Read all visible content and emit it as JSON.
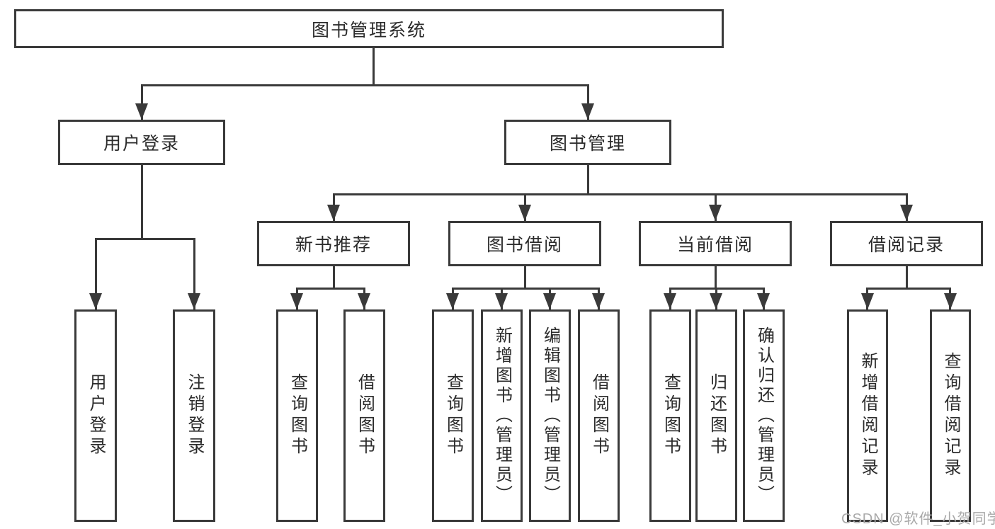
{
  "diagram": {
    "type": "hierarchy-diagram",
    "root": {
      "label": "图书管理系统"
    },
    "branches": [
      {
        "label": "用户登录",
        "children": [
          {
            "label": "用户登录"
          },
          {
            "label": "注销登录"
          }
        ]
      },
      {
        "label": "图书管理",
        "children": [
          {
            "label": "新书推荐",
            "children": [
              {
                "label": "查询图书"
              },
              {
                "label": "借阅图书"
              }
            ]
          },
          {
            "label": "图书借阅",
            "children": [
              {
                "label": "查询图书"
              },
              {
                "label": "新增图书（管理员）"
              },
              {
                "label": "编辑图书（管理员）"
              },
              {
                "label": "借阅图书"
              }
            ]
          },
          {
            "label": "当前借阅",
            "children": [
              {
                "label": "查询图书"
              },
              {
                "label": "归还图书"
              },
              {
                "label": "确认归还（管理员）"
              }
            ]
          },
          {
            "label": "借阅记录",
            "children": [
              {
                "label": "新增借阅记录"
              },
              {
                "label": "查询借阅记录"
              }
            ]
          }
        ]
      }
    ],
    "watermark": "CSDN @软件_小贺同学",
    "colors": {
      "line": "#3a3a3a",
      "text": "#2b2b2b",
      "background": "#ffffff",
      "watermark": "#a9a9a9"
    }
  }
}
